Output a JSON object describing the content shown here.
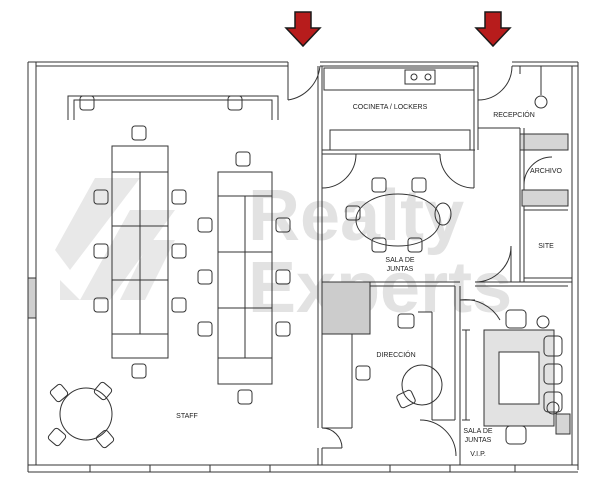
{
  "labels": {
    "cocineta": "COCINETA / LOCKERS",
    "recepcion": "RECEPCIÓN",
    "archivo": "ARCHIVO",
    "site": "SITE",
    "sala_juntas_1": "SALA DE",
    "sala_juntas_2": "JUNTAS",
    "direccion": "DIRECCIÓN",
    "staff": "STAFF",
    "sala_vip_1": "SALA DE",
    "sala_vip_2": "JUNTAS",
    "sala_vip_3": "V.I.P."
  },
  "watermark": {
    "line1": "Realty",
    "line2": "Experts"
  },
  "colors": {
    "arrow_fill": "#b71c1c",
    "arrow_stroke": "#1a1a1a",
    "line": "#333333",
    "watermark": "#d9d9d9"
  },
  "icons": {
    "entrance_arrow": "down-arrow-icon",
    "logo": "realty-experts-logo"
  }
}
